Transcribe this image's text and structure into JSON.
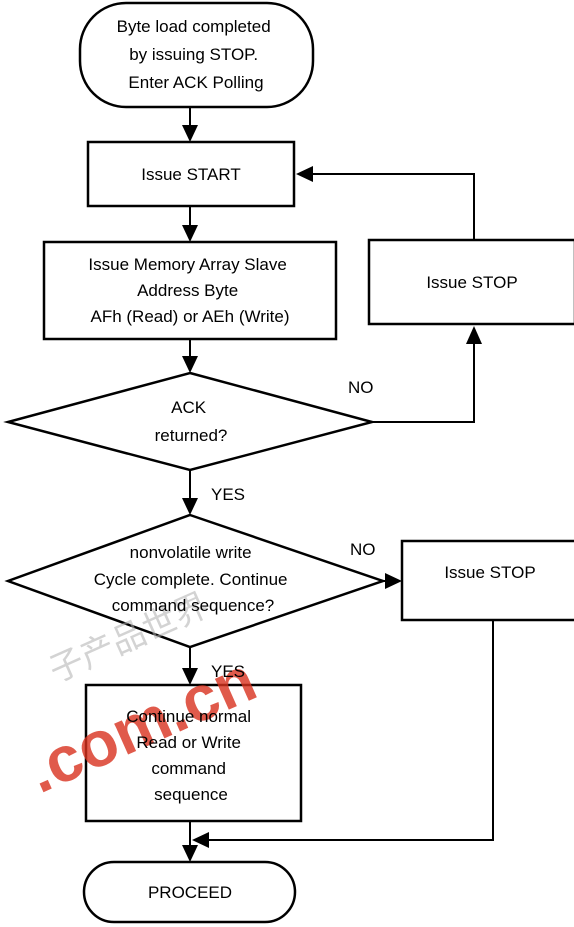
{
  "flowchart": {
    "start": [
      "Byte load completed",
      "by issuing STOP.",
      "Enter ACK Polling"
    ],
    "issue_start": [
      "Issue START"
    ],
    "slave_address": [
      "Issue Memory Array Slave",
      "Address Byte",
      "AFh (Read) or AEh (Write)"
    ],
    "ack_decision": [
      "ACK",
      "returned?"
    ],
    "issue_stop_top": [
      "Issue STOP"
    ],
    "write_decision": [
      "nonvolatile write",
      "Cycle complete. Continue",
      "command sequence?"
    ],
    "issue_stop_bottom": [
      "Issue STOP"
    ],
    "continue": [
      "Continue normal",
      "Read or Write",
      "command",
      "sequence"
    ],
    "proceed": [
      "PROCEED"
    ],
    "labels": {
      "ack_no": "NO",
      "ack_yes": "YES",
      "write_no": "NO",
      "write_yes": "YES"
    }
  },
  "watermark": {
    "text": ".com.cn",
    "chinese": "子产品世界"
  }
}
